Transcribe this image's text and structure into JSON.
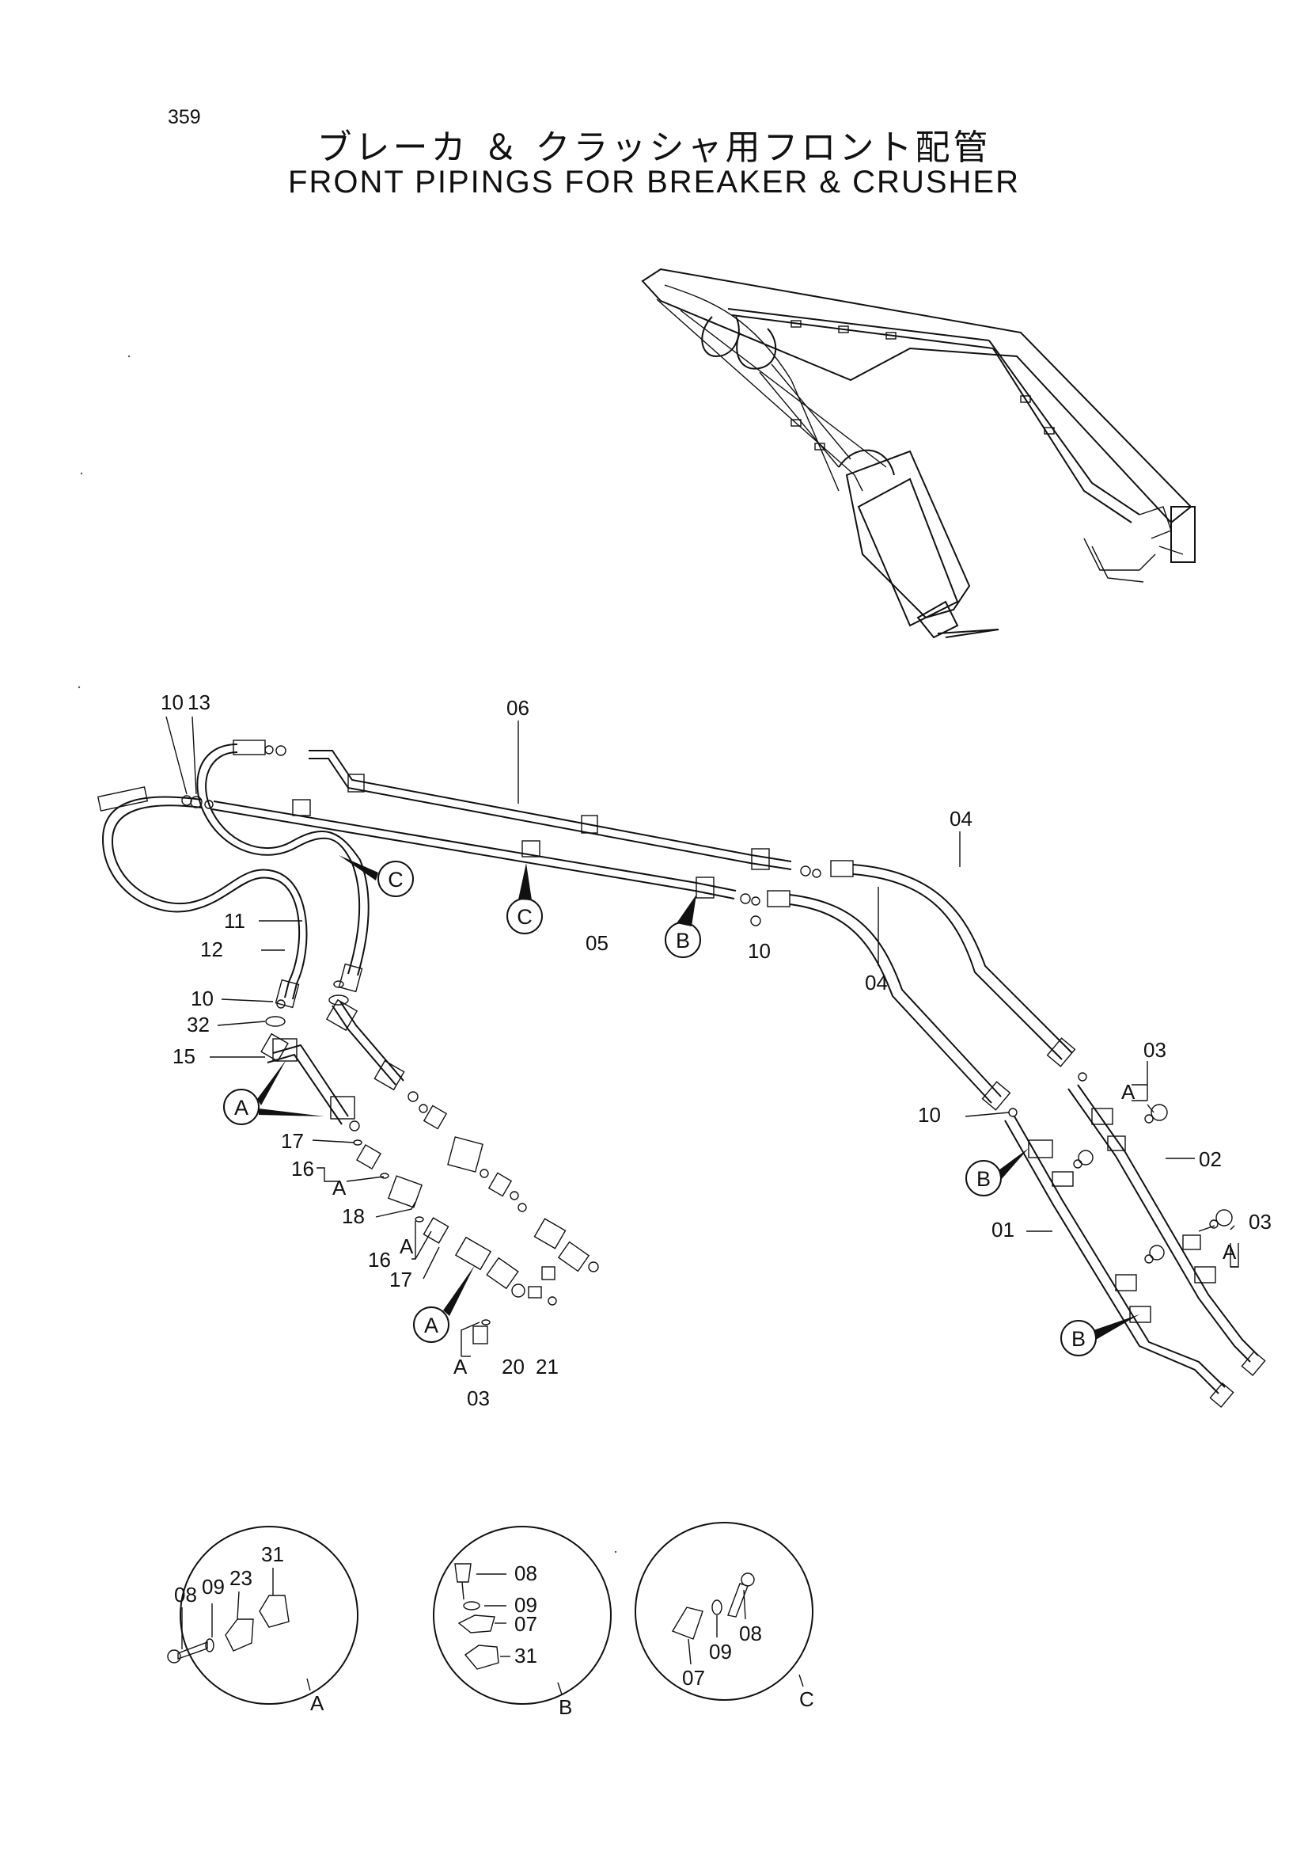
{
  "page_number": "359",
  "title_jp": "ブレーカ ＆ クラッシャ用フロント配管",
  "title_en": "FRONT PIPINGS FOR BREAKER & CRUSHER",
  "part_labels": {
    "p10a": "10",
    "p13": "13",
    "p06": "06",
    "p04a": "04",
    "p04b": "04",
    "p05": "05",
    "p10b": "10",
    "p11": "11",
    "p12": "12",
    "p10c": "10",
    "p32": "32",
    "p15": "15",
    "p17a": "17",
    "p16a": "16",
    "p18": "18",
    "p16b": "16",
    "p17b": "17",
    "p20": "20",
    "p21": "21",
    "p03a": "03",
    "p03b": "03",
    "p02": "02",
    "p10d": "10",
    "p01": "01",
    "p03c": "03"
  },
  "callout_letters": {
    "A": "A",
    "B": "B",
    "C": "C"
  },
  "detail_labels": {
    "a_08": "08",
    "a_09": "09",
    "a_23": "23",
    "a_31": "31",
    "b_08": "08",
    "b_09": "09",
    "b_07": "07",
    "b_31": "31",
    "c_07": "07",
    "c_09": "09",
    "c_08": "08"
  },
  "detail_captions": {
    "a": "A",
    "b": "B",
    "c": "C"
  }
}
